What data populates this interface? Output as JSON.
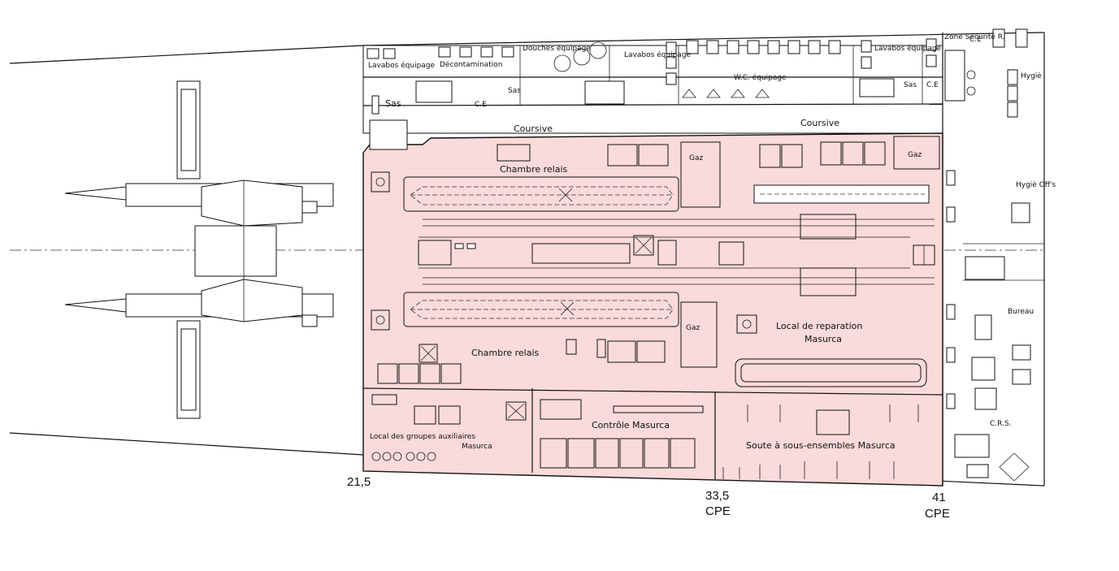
{
  "colors": {
    "zone_fill": "#fadada",
    "line": "#111111"
  },
  "labels": {
    "lavabos_equipage_left": "Lavabos équipage",
    "decontamination": "Décontamination",
    "douches_equipage": "Douches équipage",
    "lavabos_equipage_mid": "Lavabos équipage",
    "wc_equipage": "W.C. équipage",
    "lavabos_equipage_right": "Lavabos équipage",
    "zone_securite": "Zone Sécurité R.",
    "hygiene": "Hygiè",
    "sas_1": "Sas",
    "sas_2": "Sas",
    "sas_3": "Sas",
    "ce_1": "C.E",
    "ce_2": "C.E",
    "ce_3": "C.E",
    "coursive_left": "Coursive",
    "coursive_right": "Coursive",
    "chambre_relais_top": "Chambre relais",
    "gaz_1": "Gaz",
    "gaz_2": "Gaz",
    "gaz_3": "Gaz",
    "hygiene_offs": "Hygiè Off's",
    "bureau": "Bureau",
    "local_reparation_1": "Local de reparation",
    "local_reparation_2": "Masurca",
    "chambre_relais_bottom": "Chambre relais",
    "local_groupes_1": "Local des groupes auxiliaires",
    "local_groupes_2": "Masurca",
    "controle_masurca": "Contrôle Masurca",
    "soute": "Soute à sous-ensembles Masurca",
    "crs": "C.R.S."
  },
  "frames": {
    "f1": "21,5",
    "f2": "33,5",
    "f2_sub": "CPE",
    "f3": "41",
    "f3_sub": "CPE"
  }
}
